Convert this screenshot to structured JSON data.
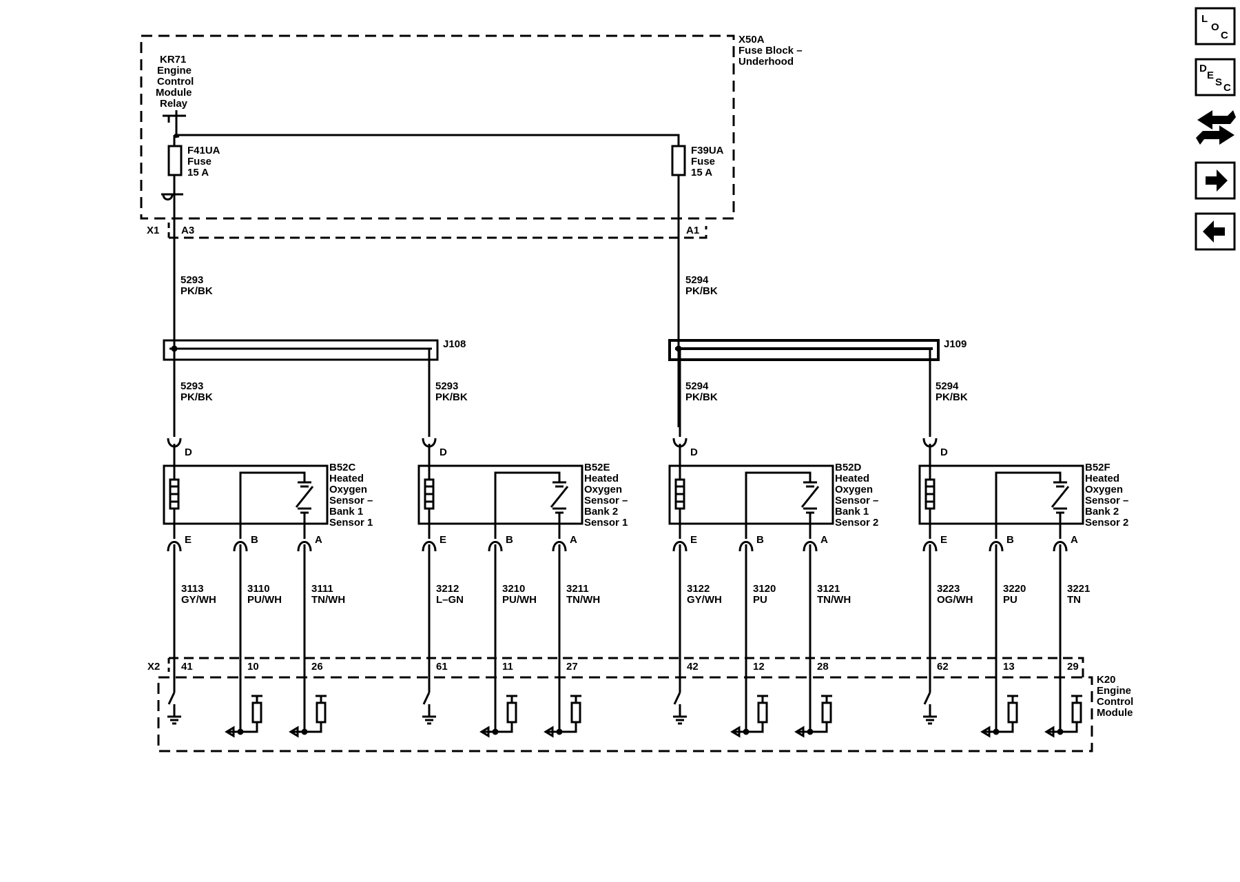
{
  "fuse_block": {
    "ref": "X50A",
    "name_line1": "Fuse Block –",
    "name_line2": "Underhood",
    "relay": {
      "ref": "KR71",
      "lines": [
        "Engine",
        "Control",
        "Module",
        "Relay"
      ]
    },
    "fuses": [
      {
        "ref": "F41UA",
        "type": "Fuse",
        "rating": "15 A"
      },
      {
        "ref": "F39UA",
        "type": "Fuse",
        "rating": "15 A"
      }
    ],
    "connector": {
      "ref": "X1",
      "pins": [
        "A3",
        "A1"
      ]
    }
  },
  "feed_wires": [
    {
      "circuit": "5293",
      "color": "PK/BK"
    },
    {
      "circuit": "5294",
      "color": "PK/BK"
    }
  ],
  "splices": [
    {
      "ref": "J108",
      "out_wires": [
        {
          "circuit": "5293",
          "color": "PK/BK"
        },
        {
          "circuit": "5293",
          "color": "PK/BK"
        }
      ]
    },
    {
      "ref": "J109",
      "out_wires": [
        {
          "circuit": "5294",
          "color": "PK/BK"
        },
        {
          "circuit": "5294",
          "color": "PK/BK"
        }
      ]
    }
  ],
  "sensors": [
    {
      "ref": "B52C",
      "lines": [
        "Heated",
        "Oxygen",
        "Sensor –",
        "Bank 1",
        "Sensor 1"
      ],
      "pin_d": "D",
      "pins": [
        {
          "pin": "E",
          "circuit": "3113",
          "color": "GY/WH",
          "ecm_pin": "41"
        },
        {
          "pin": "B",
          "circuit": "3110",
          "color": "PU/WH",
          "ecm_pin": "10"
        },
        {
          "pin": "A",
          "circuit": "3111",
          "color": "TN/WH",
          "ecm_pin": "26"
        }
      ]
    },
    {
      "ref": "B52E",
      "lines": [
        "Heated",
        "Oxygen",
        "Sensor –",
        "Bank 2",
        "Sensor 1"
      ],
      "pin_d": "D",
      "pins": [
        {
          "pin": "E",
          "circuit": "3212",
          "color": "L–GN",
          "ecm_pin": "61"
        },
        {
          "pin": "B",
          "circuit": "3210",
          "color": "PU/WH",
          "ecm_pin": "11"
        },
        {
          "pin": "A",
          "circuit": "3211",
          "color": "TN/WH",
          "ecm_pin": "27"
        }
      ]
    },
    {
      "ref": "B52D",
      "lines": [
        "Heated",
        "Oxygen",
        "Sensor –",
        "Bank 1",
        "Sensor 2"
      ],
      "pin_d": "D",
      "pins": [
        {
          "pin": "E",
          "circuit": "3122",
          "color": "GY/WH",
          "ecm_pin": "42"
        },
        {
          "pin": "B",
          "circuit": "3120",
          "color": "PU",
          "ecm_pin": "12"
        },
        {
          "pin": "A",
          "circuit": "3121",
          "color": "TN/WH",
          "ecm_pin": "28"
        }
      ]
    },
    {
      "ref": "B52F",
      "lines": [
        "Heated",
        "Oxygen",
        "Sensor –",
        "Bank 2",
        "Sensor 2"
      ],
      "pin_d": "D",
      "pins": [
        {
          "pin": "E",
          "circuit": "3223",
          "color": "OG/WH",
          "ecm_pin": "62"
        },
        {
          "pin": "B",
          "circuit": "3220",
          "color": "PU",
          "ecm_pin": "13"
        },
        {
          "pin": "A",
          "circuit": "3221",
          "color": "TN",
          "ecm_pin": "29"
        }
      ]
    }
  ],
  "ecm": {
    "connector": "X2",
    "ref": "K20",
    "lines": [
      "Engine",
      "Control",
      "Module"
    ]
  },
  "nav": {
    "loc": {
      "l": "L",
      "o": "O",
      "c": "C"
    },
    "desc": {
      "d": "D",
      "e": "E",
      "s": "S",
      "c": "C"
    },
    "buttons": [
      "loc",
      "desc",
      "connector-view",
      "next",
      "previous"
    ]
  }
}
